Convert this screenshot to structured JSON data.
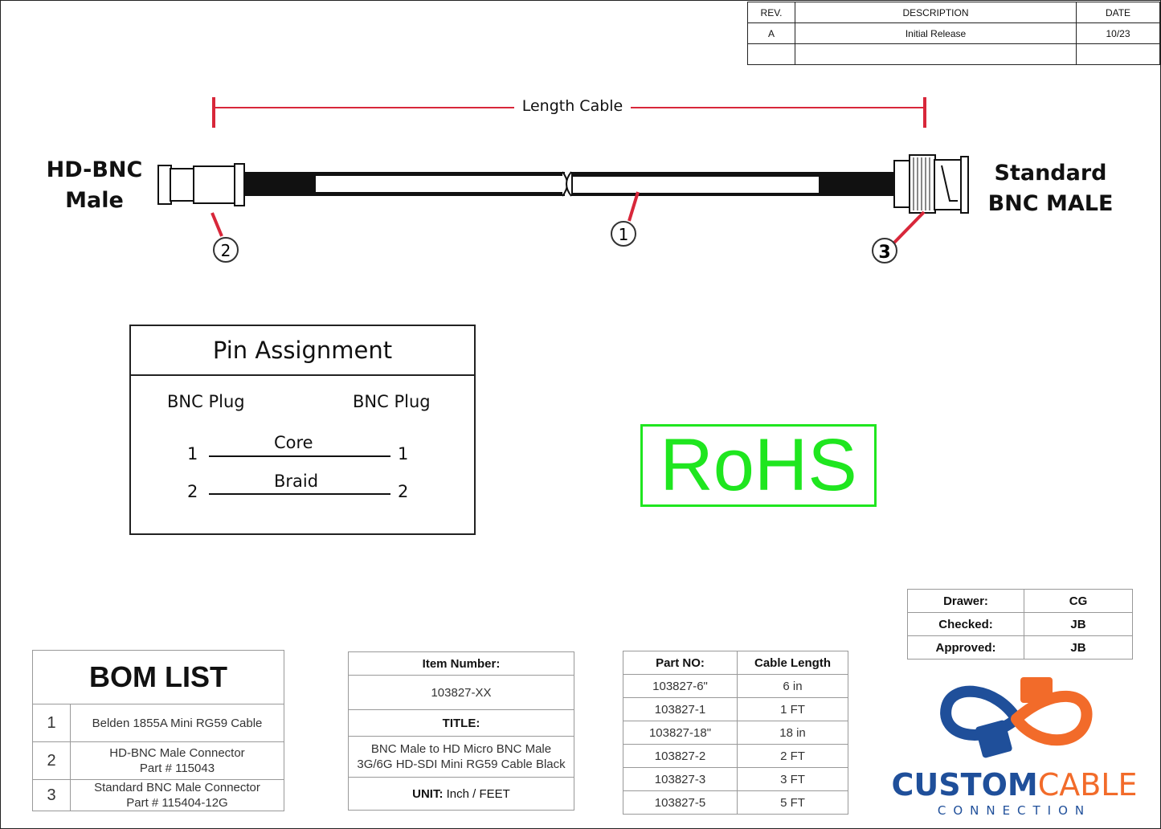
{
  "revision": {
    "headers": [
      "REV.",
      "DESCRIPTION",
      "DATE"
    ],
    "rows": [
      [
        "A",
        "Initial Release",
        "10/23"
      ],
      [
        "",
        "",
        ""
      ]
    ]
  },
  "drawing": {
    "length_label": "Length Cable",
    "left_connector": [
      "HD-BNC",
      "Male"
    ],
    "right_connector": [
      "Standard",
      "BNC MALE"
    ],
    "callouts": [
      "1",
      "2",
      "3"
    ]
  },
  "pin_assignment": {
    "title": "Pin Assignment",
    "left_header": "BNC Plug",
    "right_header": "BNC Plug",
    "rows": [
      {
        "left": "1",
        "signal": "Core",
        "right": "1"
      },
      {
        "left": "2",
        "signal": "Braid",
        "right": "2"
      }
    ]
  },
  "rohs": {
    "text": "RoHS",
    "color": "#1fe61f"
  },
  "approvals": [
    {
      "label": "Drawer:",
      "value": "CG"
    },
    {
      "label": "Checked:",
      "value": "JB"
    },
    {
      "label": "Approved:",
      "value": "JB"
    }
  ],
  "bom": {
    "title": "BOM LIST",
    "items": [
      {
        "num": "1",
        "line1": "Belden 1855A Mini RG59 Cable",
        "line2": ""
      },
      {
        "num": "2",
        "line1": "HD-BNC Male Connector",
        "line2": "Part # 115043"
      },
      {
        "num": "3",
        "line1": "Standard BNC Male Connector",
        "line2": "Part # 115404-12G"
      }
    ]
  },
  "item_block": {
    "item_number_label": "Item Number:",
    "item_number": "103827-XX",
    "title_label": "TITLE:",
    "title_line1": "BNC Male to HD Micro BNC Male",
    "title_line2": "3G/6G HD-SDI Mini RG59 Cable Black",
    "unit_label": "UNIT:",
    "unit_value": "Inch / FEET"
  },
  "parts": {
    "headers": [
      "Part NO:",
      "Cable Length"
    ],
    "rows": [
      [
        "103827-6\"",
        "6 in"
      ],
      [
        "103827-1",
        "1 FT"
      ],
      [
        "103827-18\"",
        "18 in"
      ],
      [
        "103827-2",
        "2 FT"
      ],
      [
        "103827-3",
        "3 FT"
      ],
      [
        "103827-5",
        "5 FT"
      ]
    ]
  },
  "logo": {
    "word1": "CUSTOM",
    "word2": "CABLE",
    "sub": "CONNECTION",
    "blue": "#1f4f9a",
    "orange": "#f26b2a"
  }
}
